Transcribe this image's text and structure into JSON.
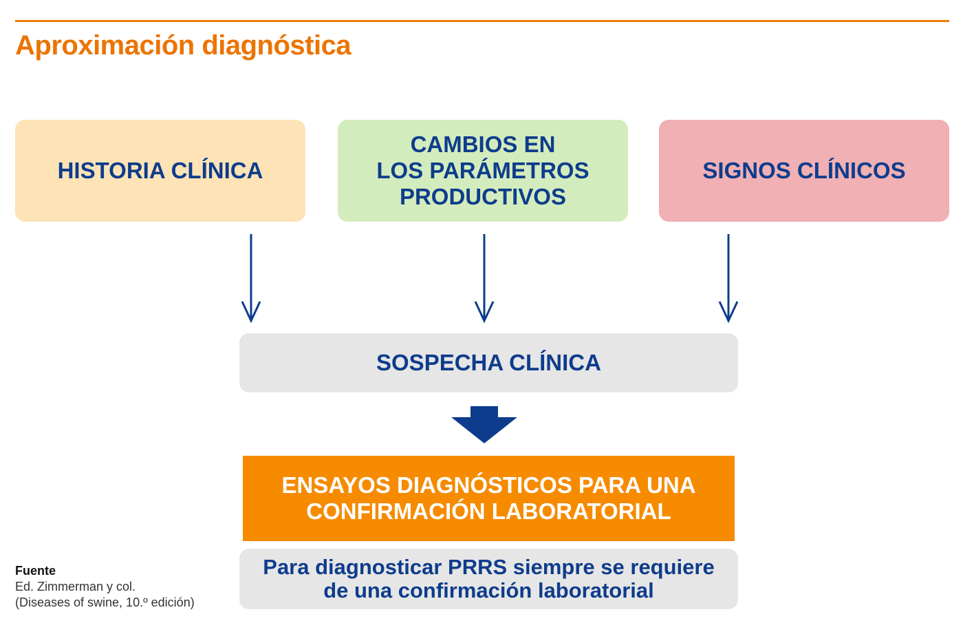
{
  "title": "Aproximación diagnóstica",
  "top_boxes": [
    {
      "lines": [
        "HISTORIA CLÍNICA"
      ]
    },
    {
      "lines": [
        "CAMBIOS EN",
        "LOS PARÁMETROS",
        "PRODUCTIVOS"
      ]
    },
    {
      "lines": [
        "SIGNOS CLÍNICOS"
      ]
    }
  ],
  "suspicion": "SOSPECHA CLÍNICA",
  "assays": {
    "lines": [
      "ENSAYOS DIAGNÓSTICOS PARA UNA",
      "CONFIRMACIÓN LABORATORIAL"
    ]
  },
  "note": {
    "lines": [
      "Para diagnosticar PRRS siempre se requiere",
      "de una confirmación laboratorial"
    ]
  },
  "source": {
    "heading": "Fuente",
    "line1": "Ed. Zimmerman y col.",
    "line2": "(Diseases of swine, 10.º edición)"
  },
  "colors": {
    "accent_orange": "#ec7400",
    "text_blue": "#0e3c8c",
    "box_history": "#fde3b6",
    "box_parameters": "#d3ecbd",
    "box_signs": "#f0b0b4",
    "box_grey": "#e6e6e6",
    "box_assays": "#f68b00"
  }
}
